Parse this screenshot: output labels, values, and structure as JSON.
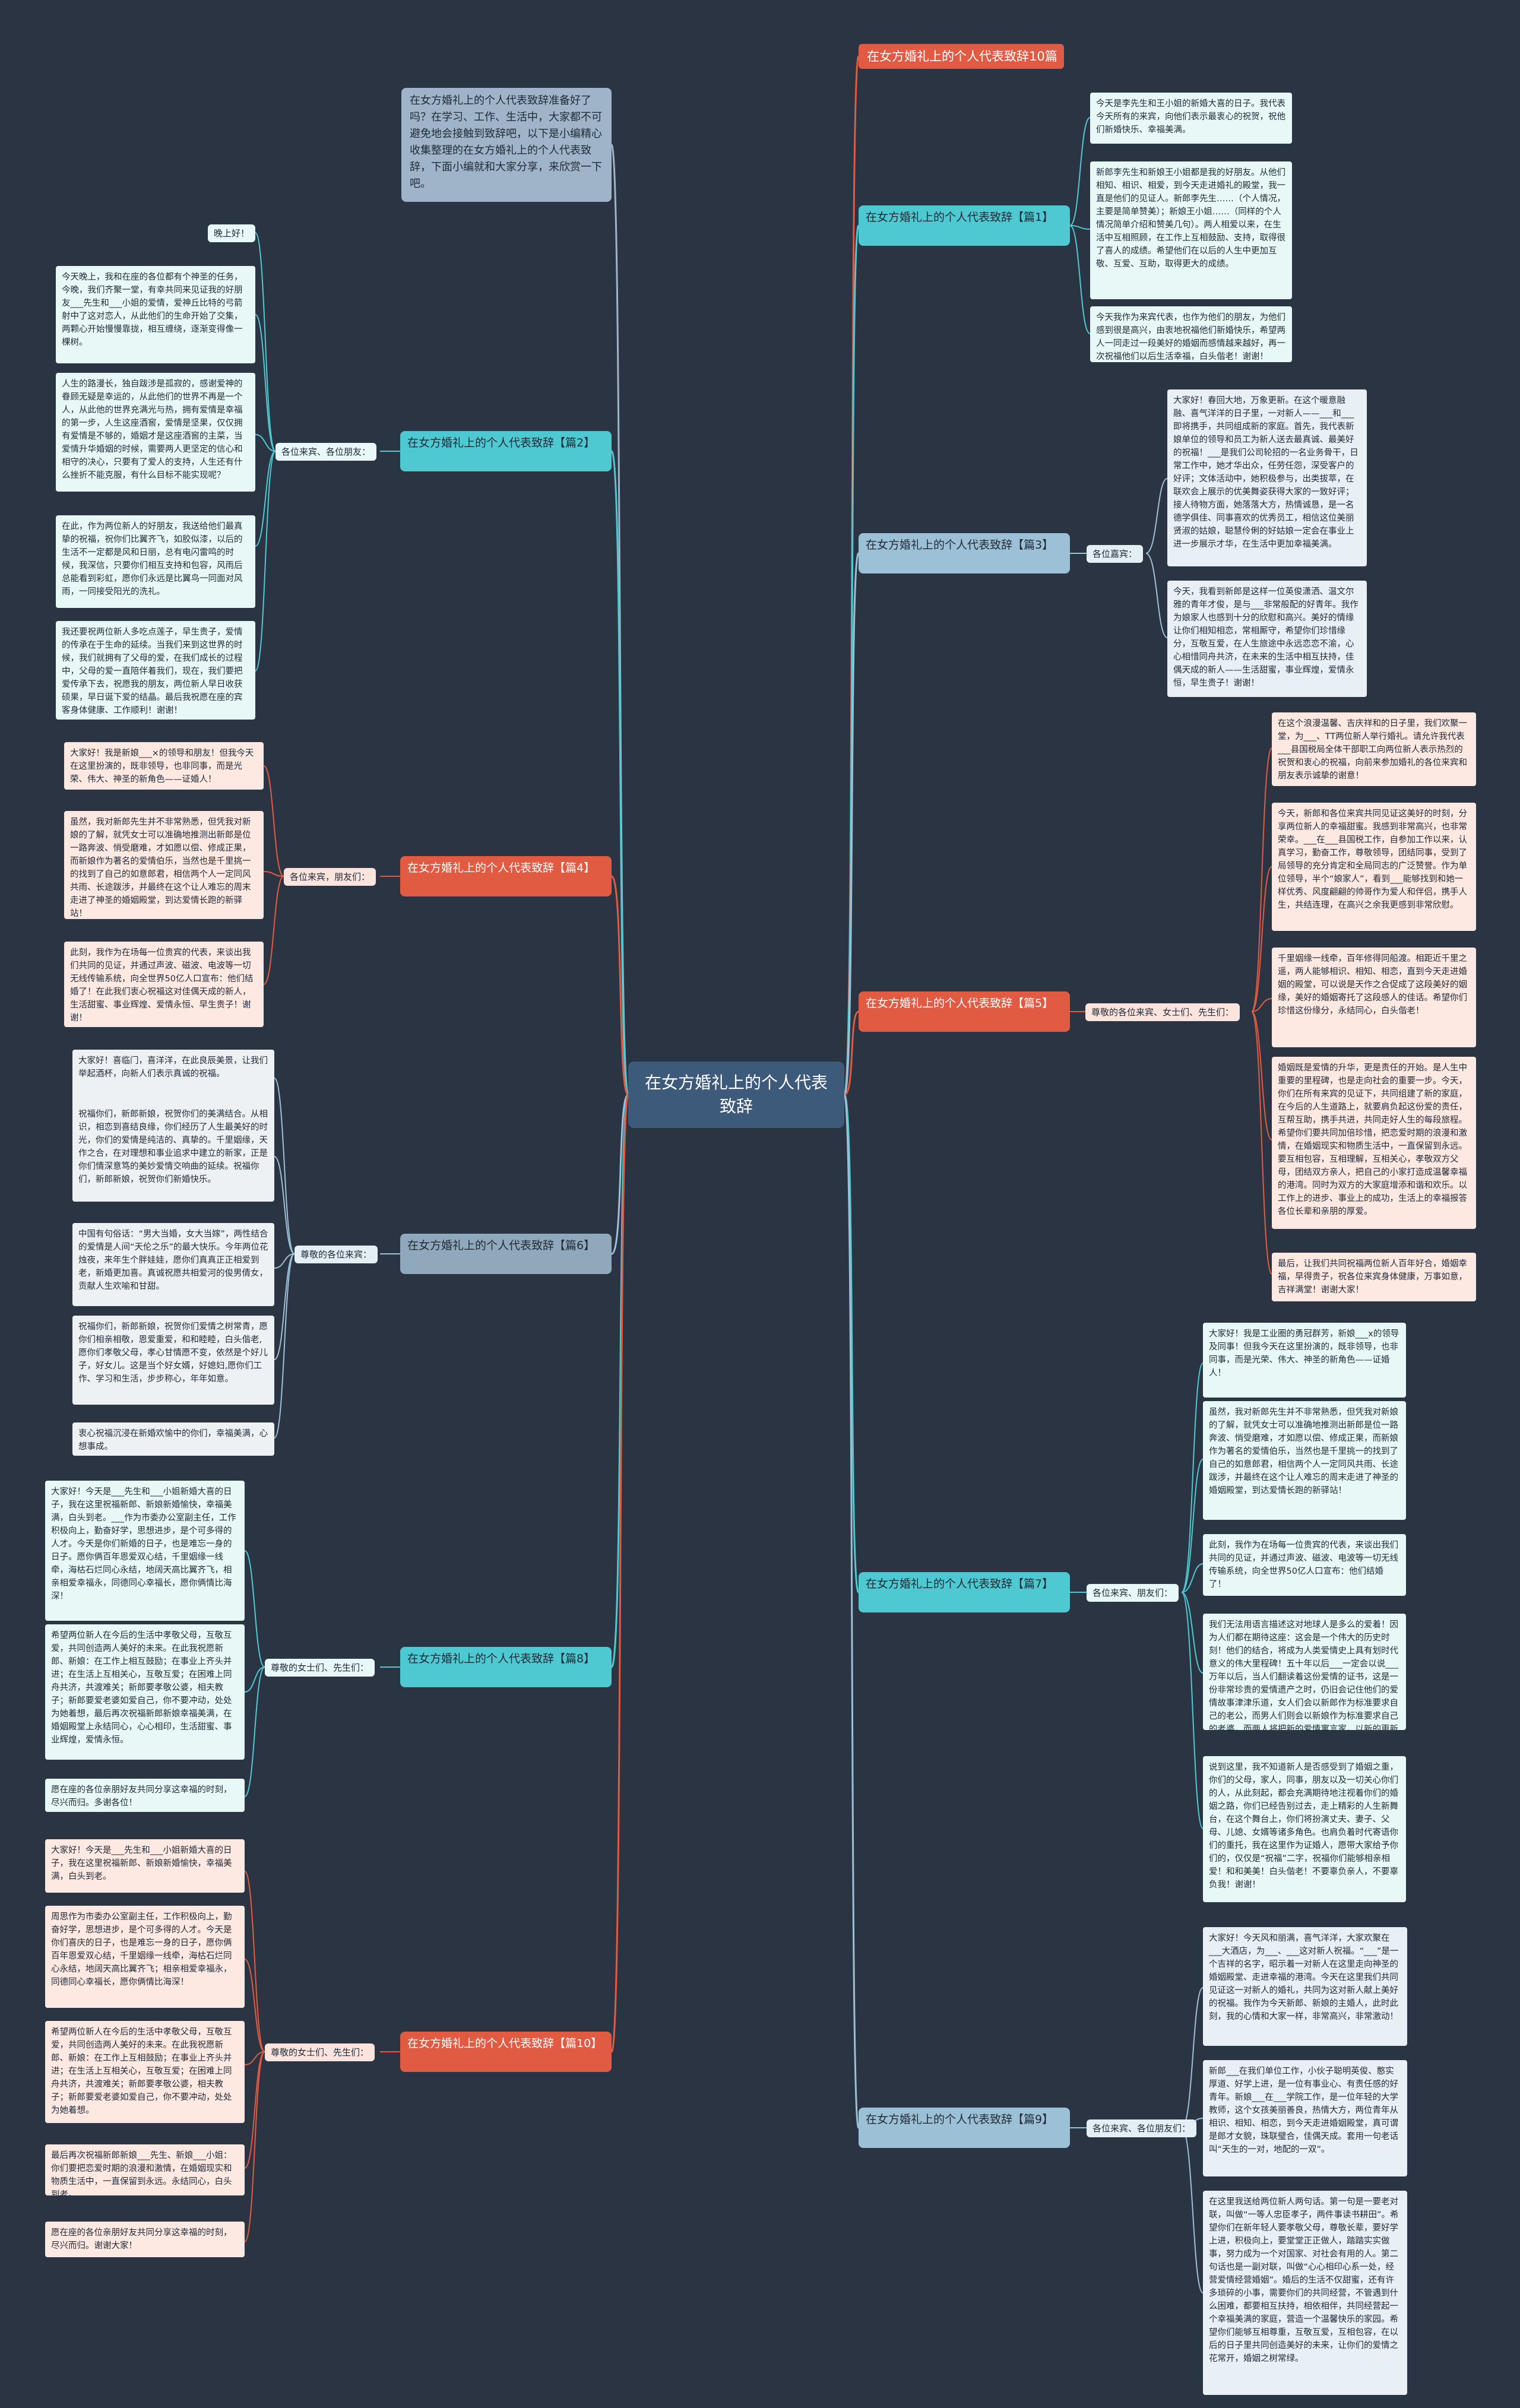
{
  "center": "在女方婚礼上的个人代表致辞",
  "title": "在女方婚礼上的个人代表致辞10篇",
  "intro": "在女方婚礼上的个人代表致辞准备好了吗？在学习、工作、生活中，大家都不可避免地会接触到致辞吧，以下是小编精心收集整理的在女方婚礼上的个人代表致辞，下面小编就和大家分享，来欣赏一下吧。",
  "branches": {
    "p1": {
      "label": "在女方婚礼上的个人代表致辞【篇1】",
      "leaves": [
        "今天是李先生和王小姐的新婚大喜的日子。我代表今天所有的来宾，向他们表示最衷心的祝贺，祝他们新婚快乐、幸福美满。",
        "新郎李先生和新娘王小姐都是我的好朋友。从他们相知、相识、相爱，到今天走进婚礼的殿堂，我一直是他们的见证人。新郎李先生……（个人情况，主要是简单赞美）；新娘王小姐……（同样的个人情况简单介绍和赞美几句）。两人相爱以来，在生活中互相照顾，在工作上互相鼓励、支持，取得很了喜人的成绩。希望他们在以后的人生中更加互敬、互爱、互助，取得更大的成绩。",
        "今天我作为来宾代表，也作为他们的朋友，为他们感到很是高兴，由衷地祝福他们新婚快乐，希望两人一同走过一段美好的婚姻而感情越来越好，再一次祝福他们以后生活幸福，白头偕老！谢谢！"
      ]
    },
    "p2": {
      "label": "在女方婚礼上的个人代表致辞【篇2】",
      "sub": "各位来宾、各位朋友：",
      "greet": "晚上好！",
      "leaves": [
        "今天晚上，我和在座的各位都有个神圣的任务，今晚，我们齐聚一堂，有幸共同来见证我的好朋友___先生和___小姐的爱情，爱神丘比特的弓箭射中了这对恋人，从此他们的生命开始了交集，两颗心开始慢慢靠拢，相互缠绕，逐渐变得像一棵树。",
        "人生的路漫长，独自跋涉是孤寂的，感谢爱神的眷顾无疑是幸运的，从此他们的世界不再是一个人，从此他的世界充满光与热，拥有爱情是幸福的第一步，人生这座酒窖，爱情是坚果，仅仅拥有爱情是不够的，婚姻才是这座酒窖的主菜，当爱情升华婚姻的时候，需要两人更坚定的信心和相守的决心，只要有了爱人的支持，人生还有什么挫折不能克服，有什么目标不能实现呢？",
        "在此，作为两位新人的好朋友，我送给他们最真挚的祝福，祝你们比翼齐飞，如胶似漆，以后的生活不一定都是风和日丽，总有电闪雷鸣的时候，我深信，只要你们相互支持和包容，风雨后总能看到彩虹，愿你们永远是比翼鸟一同面对风雨，一同接受阳光的洗礼。",
        "我还要祝两位新人多吃点莲子，早生贵子，爱情的传承在于生命的延续。当我们来到这世界的时候，我们就拥有了父母的爱，在我们成长的过程中，父母的爱一直陪伴着我们，现在，我们要把爱传承下去，祝愿我的朋友，两位新人早日收获硕果，早日诞下爱的结晶。最后我祝愿在座的宾客身体健康、工作顺利！谢谢！"
      ]
    },
    "p3": {
      "label": "在女方婚礼上的个人代表致辞【篇3】",
      "sub": "各位嘉宾：",
      "leaves": [
        "大家好！春回大地，万象更新。在这个暖意融融、喜气洋洋的日子里，一对新人——___和___即将携手，共同组成新的家庭。首先，我代表新娘单位的领导和员工为新人送去最真诚、最美好的祝福！___是我们公司轮招的一名业务骨干，日常工作中，她才华出众，任劳任怨，深受客户的好评；文体活动中，她积极参与，出类拔萃，在联欢会上展示的优美舞姿获得大家的一致好评；接人待物方面，她落落大方，热情诚恳，是一名德学俱佳、同事喜欢的优秀员工，相信这位美丽贤淑的姑娘，聪慧伶俐的好姑娘一定会在事业上进一步展示才华，在生活中更加幸福美满。",
        "今天，我看到新郎是这样一位英俊潇洒、温文尔雅的青年才俊，是与___非常般配的好青年。我作为娘家人也感到十分的欣慰和高兴。美好的情缘让你们相知相恋，常相厮守，希望你们珍惜缘分，互敬互爱，在人生旅途中永远恋恋不渝，心心相惜同舟共济，在未来的生活中相互扶持，佳偶天成的新人——生活甜蜜，事业辉煌，爱情永恒，早生贵子！谢谢！"
      ]
    },
    "p4": {
      "label": "在女方婚礼上的个人代表致辞【篇4】",
      "sub": "各位来宾，朋友们：",
      "leaves": [
        "大家好！我是新娘___×的领导和朋友！但我今天在这里扮演的，既非领导，也非同事，而是光荣、伟大、神圣的新角色——证婚人！",
        "虽然，我对新郎先生并不非常熟悉，但凭我对新娘的了解，就凭女士可以准确地推测出新郎是位一路奔波、悄受磨难，才如愿以偿、修成正果，而新娘作为著名的爱情伯乐，当然也是千里挑一的找到了自己的如意郎君，相信两个人一定同风共雨、长途跋涉，并最终在这个让人难忘的周末走进了神圣的婚姻殿堂，到达爱情长跑的新驿站！",
        "此刻，我作为在场每一位贵宾的代表，来谈出我们共同的见证，并通过声波、磁波、电波等一切无线传输系统，向全世界50亿人口宣布：他们结婚了！在此我们衷心祝福这对佳偶天成的新人，生活甜蜜、事业辉煌、爱情永恒、早生贵子！谢谢！"
      ]
    },
    "p5": {
      "label": "在女方婚礼上的个人代表致辞【篇5】",
      "sub": "尊敬的各位来宾、女士们、先生们：",
      "leaves": [
        "在这个浪漫温馨、吉庆祥和的日子里，我们欢聚一堂，为___、TT两位新人举行婚礼。请允许我代表___县国税局全体干部职工向两位新人表示热烈的祝贺和衷心的祝福，向前来参加婚礼的各位来宾和朋友表示诚挚的谢意！",
        "今天，新郎和各位来宾共同见证这美好的时刻，分享两位新人的幸福甜蜜。我感到非常高兴，也非常荣幸。___在___县国税工作，自参加工作以来，认真学习，勤奋工作，尊敬领导，团结同事，受到了局领导的充分肯定和全局同志的广泛赞誉。作为单位领导，半个“娘家人”，看到___能够找到和她一样优秀、风度翩翩的帅哥作为爱人和伴侣，携手人生，共结连理，在高兴之余我更感到非常欣慰。",
        "千里姻缘一线牵，百年修得同船渡。相距近千里之遥，两人能够相识、相知、相恋，直到今天走进婚姻的殿堂，可以说是天作之合促成了这段美好的姻缘，美好的婚姻寄托了这段感人的佳话。希望你们珍惜这份缘分，永结同心，白头偕老！",
        "婚姻既是爱情的升华，更是责任的开始。是人生中重要的里程碑，也是走向社会的重要一步。今天，你们在所有来宾的见证下，共同组建了新的家庭，在今后的人生道路上，就要肩负起这份爱的责任，互帮互助，携手共进，共同走好人生的每段旅程。希望你们要共同加倍珍惜，把恋爱时期的浪漫和激情，在婚姻现实和物质生活中，一直保留到永远。要互相包容，互相理解，互相关心，孝敬双方父母，团结双方亲人，把自己的小家打造成温馨幸福的港湾。同时为双方的大家庭增添和谐和欢乐。以工作上的进步、事业上的成功，生活上的幸福报答各位长辈和亲朋的厚爱。",
        "最后，让我们共同祝福两位新人百年好合，婚姻幸福，早得贵子，祝各位来宾身体健康，万事如意，吉祥满堂！谢谢大家！"
      ]
    },
    "p6": {
      "label": "在女方婚礼上的个人代表致辞【篇6】",
      "sub": "尊敬的各位来宾：",
      "leaves": [
        "大家好！喜临门，喜洋洋，在此良辰美景，让我们举起酒杯，向新人们表示真诚的祝福。",
        "祝福你们，新郎新娘，祝贺你们的美满结合。从相识，相恋到喜结良缘，你们经历了人生最美好的时光，你们的爱情是纯洁的、真挚的。千里姻缘，天作之合，在对理想和事业追求中建立的新家，正是你们情深意笃的美妙爱情交响曲的延续。祝福你们，新郎新娘，祝贺你们新婚快乐。",
        "中国有句俗话：“男大当婚，女大当嫁”，两性结合的爱情是人间“天伦之乐”的最大快乐。今年两位花烛夜，来年生个胖娃娃，愿你们真真正正相爱到老，新婚更加喜。真诚祝愿共相爱河的俊男倩女，贡献人生欢喻和甘甜。",
        "祝福你们，新郎新娘，祝贺你们爱情之树常青，愿你们相亲相敬，恩爱重爱，和和睦睦，白头偕老,愿你们孝敬父母，孝心甘情愿不变，依然是个好儿子，好女儿。这是当个好女婿，好媳妇,愿你们工作、学习和生活，步步称心，年年如意。",
        "衷心祝福沉浸在新婚欢愉中的你们，幸福美满，心想事成。"
      ]
    },
    "p7": {
      "label": "在女方婚礼上的个人代表致辞【篇7】",
      "sub": "各位来宾、朋友们：",
      "leaves": [
        "大家好！我是工业圈的勇冠群芳，新娘___x的领导及同事！但我今天在这里扮演的，既非领导，也非同事，而是光荣、伟大、神圣的新角色——证婚人！",
        "虽然，我对新郎先生并不非常熟悉，但凭我对新娘的了解，就凭女士可以准确地推测出新郎是位一路奔波、悄受磨难，才如愿以偿、修成正果，而新娘作为著名的爱情伯乐，当然也是千里挑一的找到了自己的如意郎君，相信两个人一定同风共雨、长途跋涉，并最终在这个让人难忘的周末走进了神圣的婚姻殿堂，到达爱情长跑的新驿站！",
        "此刻，我作为在场每一位贵宾的代表，来谈出我们共同的见证，并通过声波、磁波、电波等一切无线传输系统，向全世界50亿人口宣布：他们结婚了！",
        "我们无法用语言描述这对地球人是多么的爱着！因为人们都在期待这座：这会是一个伟大的历史时刻！他们的结合，将成为人类爱情史上具有划时代意义的伟大里程碑！五十年以后___一定会以说___万年以后，当人们翻读着这份爱情的证书，这是一份非常珍贵的爱情遗产之时，仍旧会记住他们的爱情故事津津乐道，女人们会以新郎作为标准要求自己的老公，而男人们则会以新娘作为标准要求自己的老婆，而两人将把新的爱情寓言家，以新的更新奇的方式再现！",
        "说到这里，我不知道新人是否感受到了婚姻之重，你们的父母，家人，同事，朋友以及一切关心你们的人，从此刻起，都会充满期待地注视着你们的婚姻之路，你们已经告别过去，走上精彩的人生新舞台，在这个舞台上，你们将扮演丈夫、妻子、父母、儿媳、女婿等诸多角色。也肩负着时代寄语你们的重托，我在这里作为证婚人，愿带大家给予你们的，仅仅是“祝福”二字，祝福你们能够相亲相爱！和和美美！白头偕老！不要辜负亲人，不要辜负我！谢谢！"
      ]
    },
    "p8": {
      "label": "在女方婚礼上的个人代表致辞【篇8】",
      "sub": "尊敬的女士们、先生们：",
      "leaves": [
        "大家好！今天是___先生和___小姐新婚大喜的日子，我在这里祝福新郎、新娘新婚愉快，幸福美满，白头到老。___作为市委办公室副主任，工作积极向上，勤奋好学，思想进步，是个可多得的人才。今天是你们新婚的日子，也是难忘一身的日子。愿你俩百年恩爱双心结，千里姻缘一线牵，海枯石烂同心永结，地阔天高比翼齐飞，相亲相爱幸福永，同德同心幸福长，愿你俩情比海深！",
        "希望两位新人在今后的生活中孝敬父母，互敬互爱，共同创造两人美好的未来。在此我祝愿新郎、新娘：在工作上相互鼓励；在事业上齐头并进；在生活上互相关心，互敬互爱；在困难上同舟共济，共渡难关；新郎要孝敬公婆，相夫教子；新郎要爱老婆如爱自己，你不要冲动，处处为她着想，最后再次祝福新郎新娘幸福美满，在婚姻殿堂上永结同心，心心相印，生活甜蜜、事业辉煌，爱情永恒。",
        "愿在座的各位亲朋好友共同分享这幸福的时刻，尽兴而归。多谢各位！"
      ]
    },
    "p9": {
      "label": "在女方婚礼上的个人代表致辞【篇9】",
      "sub": "各位来宾、各位朋友们：",
      "leaves": [
        "大家好！今天风和丽满，喜气洋洋，大家欢聚在___大酒店，为___、___这对新人祝福。“___”是一个吉祥的名字，昭示着一对新人在这里走向神圣的婚姻殿堂、走进幸福的港湾。今天在这里我们共同见证这一对新人的婚礼，共同为这对新人献上美好的祝福。我作为今天新郎、新娘的主婚人，此时此刻，我的心情和大家一样，非常高兴，非常激动！",
        "新郎___在我们单位工作，小伙子聪明英俊、憨实厚道、好学上进，是一位有事业心、有责任感的好青年。新娘___在___学院工作，是一位年轻的大学教师，这个女孩美丽善良，热情大方，两位青年从相识、相知、相恋，到今天走进婚姻殿堂，真可谓是郎才女貌，珠联璧合，佳偶天成。套用一句老话叫“天生的一对，地配的一双”。",
        "在这里我送给两位新人两句话。第一句是一要老对联，叫做“一等人忠臣孝子，两件事读书耕田”。希望你们在新年轻人要孝敬父母，尊敬长辈，要好学上进，积极向上，要堂堂正正做人，踏踏实实做事，努力成为一个对国家、对社会有用的人。第二句话也是一副对联，叫做“心心相印心系一处，经营爱情经营婚姻”。婚后的生活不仅甜蜜，还有许多琐碎的小事，需要你们的共同经营，不管遇到什么困难，都要相互扶持，相依相伴，共同经营起一个幸福美满的家庭，营造一个温馨快乐的家园。希望你们能够互相尊重，互敬互爱，互相包容，在以后的日子里共同创造美好的未来，让你们的爱情之花常开，婚姻之树常绿。"
      ]
    },
    "p10": {
      "label": "在女方婚礼上的个人代表致辞【篇10】",
      "sub": "尊敬的女士们、先生们：",
      "leaves": [
        "大家好！今天是___先生和___小姐新婚大喜的日子，我在这里祝福新郎、新娘新婚愉快，幸福美满，白头到老。",
        "周思作为市委办公室副主任，工作积极向上，勤奋好学，思想进步，是个可多得的人才。今天是你们喜庆的日子，也是难忘一身的日子，愿你俩百年恩爱双心结，千里姻缘一线牵，海枯石烂同心永结，地阔天高比翼齐飞；相亲相爱幸福永，同德同心幸福长，愿你俩情比海深！",
        "希望两位新人在今后的生活中孝敬父母，互敬互爱，共同创造两人美好的未来。在此我祝愿新郎、新娘：在工作上互相鼓励；在事业上齐头并进；在生活上互相关心，互敬互爱；在困难上同舟共济，共渡难关；新郎要孝敬公婆，相夫教子；新郎要爱老婆如爱自己，你不要冲动，处处为她着想。",
        "最后再次祝福新郎新娘___先生、新娘___小姐：你们要把恋爱时期的浪漫和激情，在婚姻现实和物质生活中，一直保留到永远。永结同心，白头到老。",
        "愿在座的各位亲朋好友共同分享这幸福的时刻，尽兴而归。谢谢大家！"
      ]
    }
  }
}
